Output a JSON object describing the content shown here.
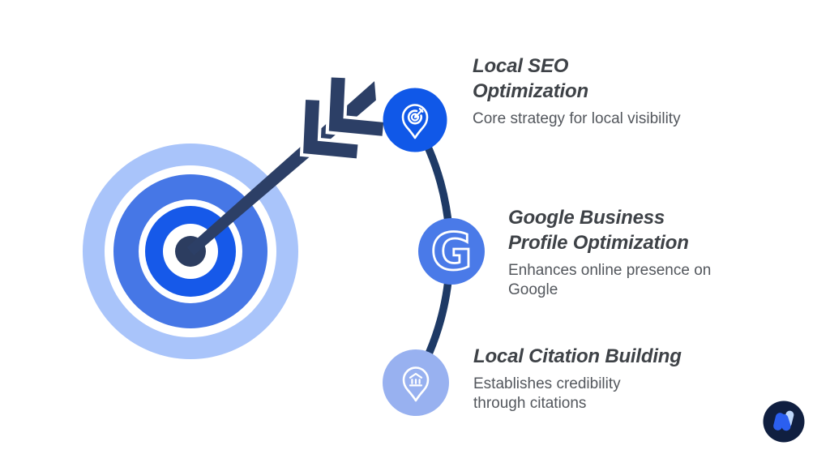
{
  "background": "#FFFFFF",
  "graphic": {
    "name": "target-with-arrow-and-steps",
    "bullseye": {
      "outer_ring": "#A9C4FA",
      "mid_ring": "#4677E6",
      "inner_disc": "#1659E9",
      "center_dot": "#2C3D60"
    },
    "arrow_color": "#2C3F66",
    "connector_arc_color": "#1E3A66"
  },
  "text_colors": {
    "title": "#3E4247",
    "description": "#53575D"
  },
  "items": [
    {
      "title": "Local SEO\nOptimization",
      "description": "Core strategy for local visibility",
      "icon": "target-pin-icon",
      "icon_color": "#1058E8"
    },
    {
      "title": "Google Business\nProfile Optimization",
      "description": "Enhances online presence on\nGoogle",
      "icon": "google-g-icon",
      "icon_letter": "G",
      "icon_color": "#4A7AE8"
    },
    {
      "title": "Local Citation Building",
      "description": "Establishes credibility\nthrough citations",
      "icon": "bank-pin-icon",
      "icon_color": "#98B1F0"
    }
  ],
  "logo": {
    "shape": "w-mark-in-dark-circle",
    "bg": "#101F40",
    "mark_blue": "#2B5FF0",
    "mark_light": "#BFD8FB"
  }
}
